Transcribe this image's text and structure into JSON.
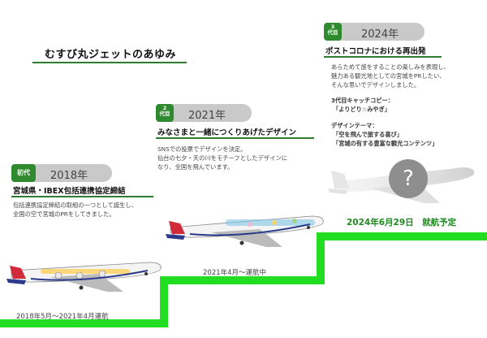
{
  "title": "むすび丸ジェットのあゆみ",
  "eras": [
    {
      "badge": "初代",
      "year": "2018年",
      "heading": "宮城県・IBEX包括連携協定締結",
      "lines": [
        "包括連携協定締結の取組の一つとして誕生し、",
        "全国の空で宮城のPRをしてきました。"
      ],
      "period": "2018年5月～2021年4月運航"
    },
    {
      "badge_num": "2",
      "badge_label": "代目",
      "year": "2021年",
      "heading": "みなさまと一緒につくりあげたデザイン",
      "lines": [
        "SNSでの投票でデザインを決定。",
        "仙台の七夕・天の川をモチーフとしたデザインに",
        "なり、全国を飛んでいます。"
      ],
      "period": "2021年4月～運航中"
    },
    {
      "badge_num": "3",
      "badge_label": "代目",
      "year": "2024年",
      "heading": "ポストコロナにおける再出発",
      "lines": [
        "あらためて旅をすることの楽しみを表現し、",
        "魅力ある観光地としての宮城をPRしたい、",
        "そんな思いでデザインしました。"
      ],
      "catch_label": "3代目キャッチコピー：",
      "catch": "「よりどり☆みやぎ」",
      "theme_label": "デザインテーマ：",
      "themes": [
        "「空を飛んで旅する喜び」",
        "「宮城の有する豊富な観光コンテンツ」"
      ],
      "mystery": "?",
      "schedule": "2024年6月29日　就航予定"
    }
  ],
  "colors": {
    "accent": "#2f7d2f",
    "step": "#22dd22",
    "pill": "#c9c9c9"
  }
}
